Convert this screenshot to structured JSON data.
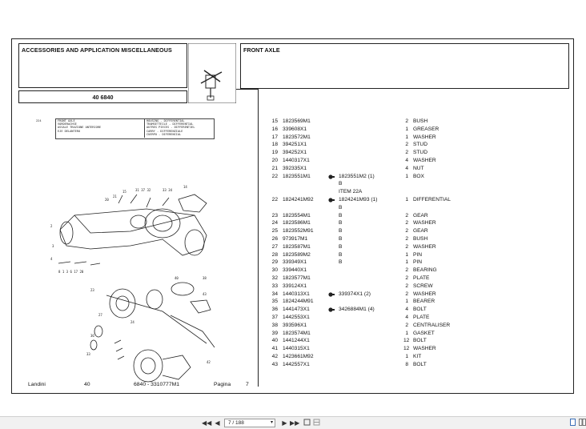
{
  "header": {
    "left_title": "ACCESSORIES AND APPLICATION MISCELLANEOUS",
    "code": "40 6840",
    "right_title": "FRONT AXLE"
  },
  "drawing": {
    "ref": "224",
    "legend_left": [
      "FRONT AXLE",
      "VORDERACHSE",
      "ASSALE TRAZIONE ANTERIORE",
      "EJE DELANTERO"
    ],
    "legend_right": [
      "HOUSING - DIFFERENTIAL",
      "TRAMSETTEILE - DIFFERENTIAL",
      "AUTRES PIECES - DIFFERENTIEL",
      "CARRY - DIFFERENZIALE",
      "CUERPO - DIFERENCIAL"
    ]
  },
  "parts": [
    {
      "item": "15",
      "number": "1823569M1",
      "qty": "2",
      "desc": "BUSH"
    },
    {
      "item": "16",
      "number": "339608X1",
      "qty": "1",
      "desc": "GREASER"
    },
    {
      "item": "17",
      "number": "1823572M1",
      "qty": "1",
      "desc": "WASHER"
    },
    {
      "item": "18",
      "number": "394251X1",
      "qty": "2",
      "desc": "STUD"
    },
    {
      "item": "19",
      "number": "394252X1",
      "qty": "2",
      "desc": "STUD"
    },
    {
      "item": "20",
      "number": "1440317X1",
      "qty": "4",
      "desc": "WASHER"
    },
    {
      "item": "21",
      "number": "392335X1",
      "qty": "4",
      "desc": "NUT"
    },
    {
      "item": "22",
      "number": "1823551M1",
      "dot": true,
      "alt": "1823551M2  (1)",
      "qty": "1",
      "desc": "BOX"
    },
    {
      "item": "",
      "number": "",
      "alt": "B"
    },
    {
      "item": "",
      "number": "",
      "alt": "ITEM 22A"
    },
    {
      "item": "22",
      "number": "1824241M92",
      "dot": true,
      "alt": "1824241M93  (1)",
      "qty": "1",
      "desc": "DIFFERENTIAL"
    },
    {
      "item": "",
      "number": "",
      "alt": "B"
    },
    {
      "item": "23",
      "number": "1823554M1",
      "alt": "B",
      "qty": "2",
      "desc": "GEAR"
    },
    {
      "item": "24",
      "number": "1823586M1",
      "alt": "B",
      "qty": "2",
      "desc": "WASHER"
    },
    {
      "item": "25",
      "number": "1823552M91",
      "alt": "B",
      "qty": "2",
      "desc": "GEAR"
    },
    {
      "item": "26",
      "number": "973917M1",
      "alt": "B",
      "qty": "2",
      "desc": "BUSH"
    },
    {
      "item": "27",
      "number": "1823587M1",
      "alt": "B",
      "qty": "2",
      "desc": "WASHER"
    },
    {
      "item": "28",
      "number": "1823589M2",
      "alt": "B",
      "qty": "1",
      "desc": "PIN"
    },
    {
      "item": "29",
      "number": "339349X1",
      "alt": "B",
      "qty": "1",
      "desc": "PIN"
    },
    {
      "item": "30",
      "number": "339440X1",
      "qty": "2",
      "desc": "BEARING"
    },
    {
      "item": "32",
      "number": "1823577M1",
      "qty": "2",
      "desc": "PLATE"
    },
    {
      "item": "33",
      "number": "339124X1",
      "qty": "2",
      "desc": "SCREW"
    },
    {
      "item": "34",
      "number": "1440313X1",
      "dot": true,
      "alt": "339374X1  (2)",
      "qty": "2",
      "desc": "WASHER"
    },
    {
      "item": "35",
      "number": "1824244M91",
      "qty": "1",
      "desc": "BEARER"
    },
    {
      "item": "36",
      "number": "1441473X1",
      "dot": true,
      "alt": "3426884M1  (4)",
      "qty": "4",
      "desc": "BOLT"
    },
    {
      "item": "37",
      "number": "1442553X1",
      "qty": "4",
      "desc": "PLATE"
    },
    {
      "item": "38",
      "number": "393596X1",
      "qty": "2",
      "desc": "CENTRALISER"
    },
    {
      "item": "39",
      "number": "1823574M1",
      "qty": "1",
      "desc": "GASKET"
    },
    {
      "item": "40",
      "number": "1441244X1",
      "qty": "12",
      "desc": "BOLT"
    },
    {
      "item": "41",
      "number": "1440315X1",
      "qty": "12",
      "desc": "WASHER"
    },
    {
      "item": "42",
      "number": "1423661M92",
      "qty": "1",
      "desc": "KIT"
    },
    {
      "item": "43",
      "number": "1442557X1",
      "qty": "8",
      "desc": "BOLT"
    }
  ],
  "footer": {
    "brand": "Landini",
    "section": "40",
    "model_ref": "6840 - 3310777M1",
    "page_label": "Pagina",
    "page_no": "7"
  },
  "toolbar": {
    "page_indicator": "7 / 188",
    "icons": [
      "first-page-icon",
      "prev-page-icon",
      "next-page-icon",
      "last-page-icon",
      "fit-page-icon",
      "fit-width-icon"
    ]
  }
}
